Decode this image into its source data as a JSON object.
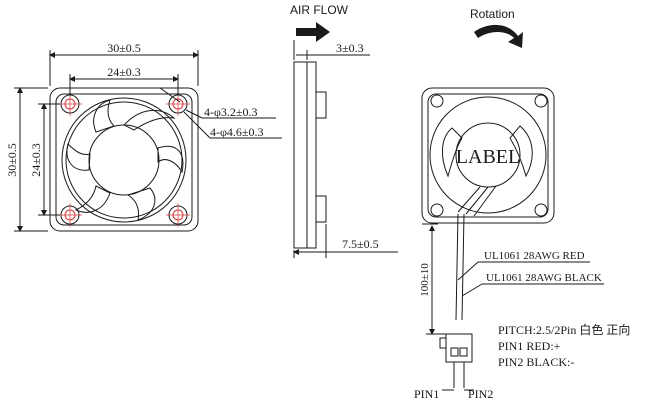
{
  "front_view": {
    "overall_width": "30±0.5",
    "hole_spacing_h": "24±0.3",
    "overall_height": "30±0.5",
    "hole_spacing_v": "24±0.3",
    "hole_callout_1": "4-φ3.2±0.3",
    "hole_callout_2": "4-φ4.6±0.3"
  },
  "side_view": {
    "air_flow_label": "AIR FLOW",
    "flange_thickness": "3±0.3",
    "total_thickness": "7.5±0.5"
  },
  "rear_view": {
    "rotation_label": "Rotation",
    "label_text": "LABEL",
    "lead_length": "100±10",
    "wire_red": "UL1061 28AWG RED",
    "wire_black": "UL1061 28AWG BLACK",
    "connector_pitch": "PITCH:2.5/2Pin 白色 正向",
    "pin1_desc": "PIN1 RED:+",
    "pin2_desc": "PIN2 BLACK:-",
    "pin1_label": "PIN1",
    "pin2_label": "PIN2"
  },
  "colors": {
    "line": "#1a1a1a",
    "hole_red": "#d43a3a",
    "centerline": "#d43a3a"
  }
}
